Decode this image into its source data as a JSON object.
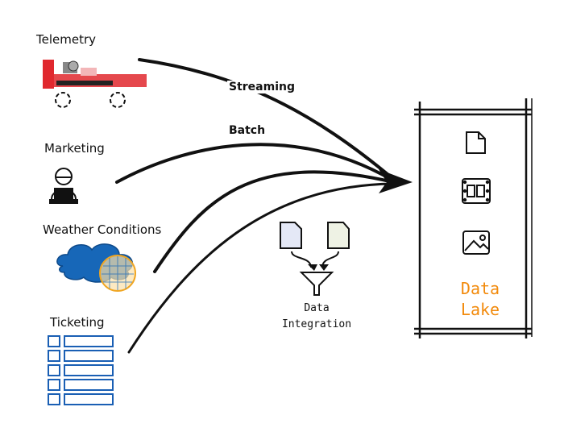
{
  "sources": [
    {
      "name": "Telemetry",
      "icon": "race-car-icon"
    },
    {
      "name": "Marketing",
      "icon": "user-laptop-icon"
    },
    {
      "name": "Weather Conditions",
      "icon": "weather-cloud-icon"
    },
    {
      "name": "Ticketing",
      "icon": "ticket-list-icon"
    }
  ],
  "flows": {
    "streaming": "Streaming",
    "batch": "Batch"
  },
  "integration": {
    "line1": "Data",
    "line2": "Integration",
    "icons": [
      "document-icon",
      "document-icon",
      "funnel-icon"
    ]
  },
  "lake": {
    "line1": "Data",
    "line2": "Lake",
    "icons": [
      "file-icon",
      "film-icon",
      "image-icon"
    ]
  },
  "colors": {
    "lake_text": "#f28a0c",
    "weather_blue": "#1767b8",
    "weather_orange": "#f0a623",
    "ticket_blue": "#1a5fb4",
    "telemetry_red": "#e0282e"
  }
}
